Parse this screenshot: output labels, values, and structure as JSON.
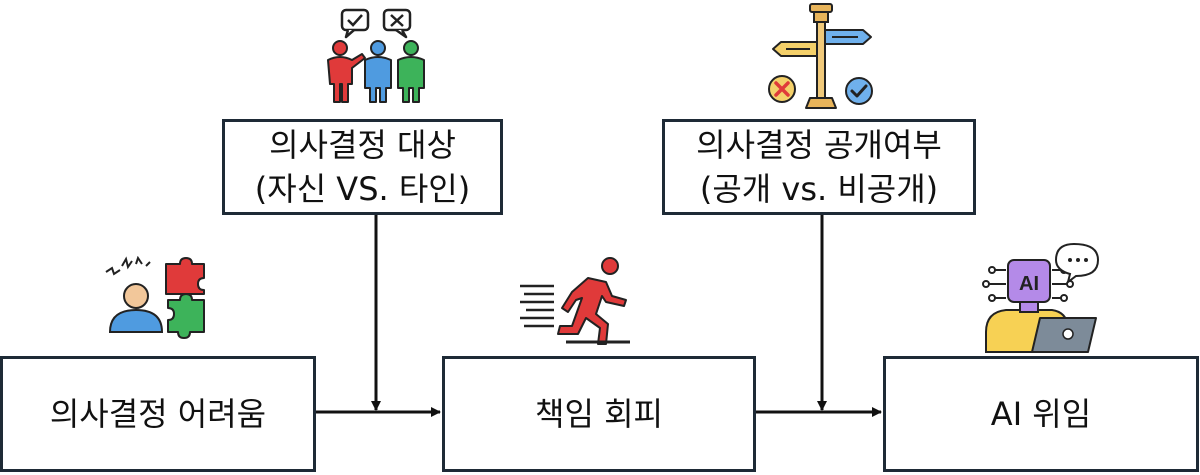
{
  "boxes": {
    "difficulty": "의사결정 어려움",
    "avoidance": "책임 회피",
    "delegation": "AI 위임",
    "target_line1": "의사결정 대상",
    "target_line2": "(자신 VS. 타인)",
    "disclosure_line1": "의사결정 공개여부",
    "disclosure_line2": "(공개 vs. 비공개)"
  },
  "icons": {
    "difficulty": "confused-person-puzzle-icon",
    "avoidance": "running-person-icon",
    "delegation": "ai-assistant-laptop-icon",
    "target": "people-discussion-icon",
    "disclosure": "signpost-choice-icon",
    "ai_badge": "AI"
  },
  "colors": {
    "border": "#1e2a36",
    "red": "#e03a3a",
    "blue": "#4f9be0",
    "green": "#3db35a",
    "yellow": "#f7d154",
    "purple": "#b48ae8"
  }
}
